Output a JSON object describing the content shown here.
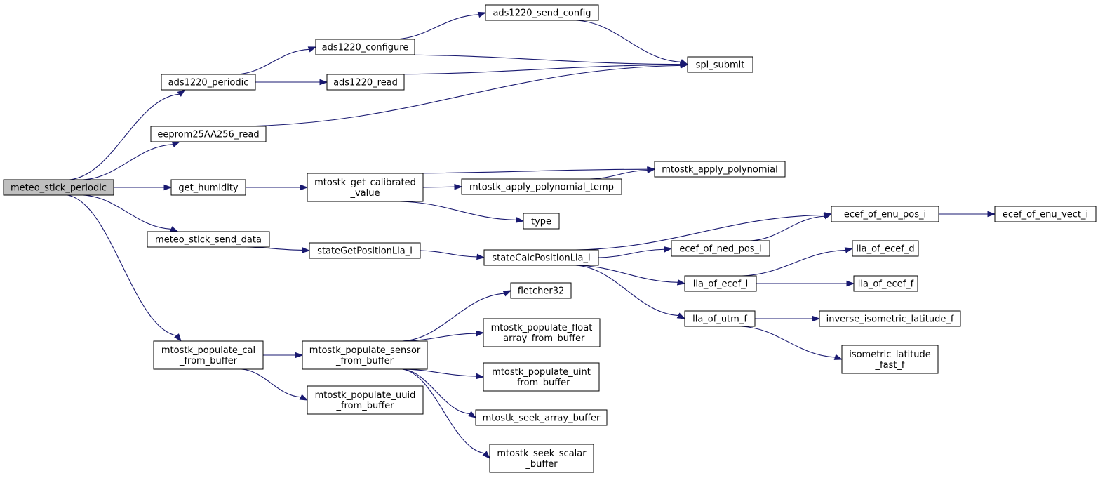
{
  "diagram": {
    "nodes": [
      {
        "id": "meteo_stick_periodic",
        "lines": [
          "meteo_stick_periodic"
        ],
        "root": true
      },
      {
        "id": "ads1220_periodic",
        "lines": [
          "ads1220_periodic"
        ]
      },
      {
        "id": "ads1220_configure",
        "lines": [
          "ads1220_configure"
        ]
      },
      {
        "id": "ads1220_send_config",
        "lines": [
          "ads1220_send_config"
        ]
      },
      {
        "id": "spi_submit",
        "lines": [
          "spi_submit"
        ]
      },
      {
        "id": "ads1220_read",
        "lines": [
          "ads1220_read"
        ]
      },
      {
        "id": "eeprom25AA256_read",
        "lines": [
          "eeprom25AA256_read"
        ]
      },
      {
        "id": "get_humidity",
        "lines": [
          "get_humidity"
        ]
      },
      {
        "id": "mtostk_get_calibrated_value",
        "lines": [
          "mtostk_get_calibrated",
          "_value"
        ]
      },
      {
        "id": "mtostk_apply_polynomial",
        "lines": [
          "mtostk_apply_polynomial"
        ]
      },
      {
        "id": "mtostk_apply_polynomial_temp",
        "lines": [
          "mtostk_apply_polynomial_temp"
        ]
      },
      {
        "id": "type",
        "lines": [
          "type"
        ]
      },
      {
        "id": "meteo_stick_send_data",
        "lines": [
          "meteo_stick_send_data"
        ]
      },
      {
        "id": "stateGetPositionLla_i",
        "lines": [
          "stateGetPositionLla_i"
        ]
      },
      {
        "id": "stateCalcPositionLla_i",
        "lines": [
          "stateCalcPositionLla_i"
        ]
      },
      {
        "id": "ecef_of_enu_pos_i",
        "lines": [
          "ecef_of_enu_pos_i"
        ]
      },
      {
        "id": "ecef_of_enu_vect_i",
        "lines": [
          "ecef_of_enu_vect_i"
        ]
      },
      {
        "id": "ecef_of_ned_pos_i",
        "lines": [
          "ecef_of_ned_pos_i"
        ]
      },
      {
        "id": "lla_of_ecef_d",
        "lines": [
          "lla_of_ecef_d"
        ]
      },
      {
        "id": "lla_of_ecef_i",
        "lines": [
          "lla_of_ecef_i"
        ]
      },
      {
        "id": "lla_of_ecef_f",
        "lines": [
          "lla_of_ecef_f"
        ]
      },
      {
        "id": "lla_of_utm_f",
        "lines": [
          "lla_of_utm_f"
        ]
      },
      {
        "id": "inverse_isometric_latitude_f",
        "lines": [
          "inverse_isometric_latitude_f"
        ]
      },
      {
        "id": "isometric_latitude_fast_f",
        "lines": [
          "isometric_latitude",
          "_fast_f"
        ]
      },
      {
        "id": "mtostk_populate_cal_from_buffer",
        "lines": [
          "mtostk_populate_cal",
          "_from_buffer"
        ]
      },
      {
        "id": "mtostk_populate_sensor_from_buffer",
        "lines": [
          "mtostk_populate_sensor",
          "_from_buffer"
        ]
      },
      {
        "id": "mtostk_populate_uuid_from_buffer",
        "lines": [
          "mtostk_populate_uuid",
          "_from_buffer"
        ]
      },
      {
        "id": "fletcher32",
        "lines": [
          "fletcher32"
        ]
      },
      {
        "id": "mtostk_populate_float_array_from_buffer",
        "lines": [
          "mtostk_populate_float",
          "_array_from_buffer"
        ]
      },
      {
        "id": "mtostk_populate_uint_from_buffer",
        "lines": [
          "mtostk_populate_uint",
          "_from_buffer"
        ]
      },
      {
        "id": "mtostk_seek_array_buffer",
        "lines": [
          "mtostk_seek_array_buffer"
        ]
      },
      {
        "id": "mtostk_seek_scalar_buffer",
        "lines": [
          "mtostk_seek_scalar",
          "_buffer"
        ]
      }
    ],
    "edges": [
      {
        "from": "meteo_stick_periodic",
        "to": "ads1220_periodic"
      },
      {
        "from": "meteo_stick_periodic",
        "to": "eeprom25AA256_read"
      },
      {
        "from": "meteo_stick_periodic",
        "to": "get_humidity"
      },
      {
        "from": "meteo_stick_periodic",
        "to": "meteo_stick_send_data"
      },
      {
        "from": "meteo_stick_periodic",
        "to": "mtostk_populate_cal_from_buffer"
      },
      {
        "from": "ads1220_periodic",
        "to": "ads1220_configure"
      },
      {
        "from": "ads1220_periodic",
        "to": "ads1220_read"
      },
      {
        "from": "ads1220_configure",
        "to": "ads1220_send_config"
      },
      {
        "from": "ads1220_configure",
        "to": "spi_submit"
      },
      {
        "from": "ads1220_send_config",
        "to": "spi_submit"
      },
      {
        "from": "ads1220_read",
        "to": "spi_submit"
      },
      {
        "from": "eeprom25AA256_read",
        "to": "spi_submit"
      },
      {
        "from": "get_humidity",
        "to": "mtostk_get_calibrated_value"
      },
      {
        "from": "mtostk_get_calibrated_value",
        "to": "mtostk_apply_polynomial"
      },
      {
        "from": "mtostk_get_calibrated_value",
        "to": "mtostk_apply_polynomial_temp"
      },
      {
        "from": "mtostk_get_calibrated_value",
        "to": "type"
      },
      {
        "from": "mtostk_apply_polynomial_temp",
        "to": "mtostk_apply_polynomial"
      },
      {
        "from": "meteo_stick_send_data",
        "to": "stateGetPositionLla_i"
      },
      {
        "from": "stateGetPositionLla_i",
        "to": "stateCalcPositionLla_i"
      },
      {
        "from": "stateCalcPositionLla_i",
        "to": "ecef_of_enu_pos_i"
      },
      {
        "from": "stateCalcPositionLla_i",
        "to": "ecef_of_ned_pos_i"
      },
      {
        "from": "stateCalcPositionLla_i",
        "to": "lla_of_ecef_i"
      },
      {
        "from": "stateCalcPositionLla_i",
        "to": "lla_of_utm_f"
      },
      {
        "from": "ecef_of_enu_pos_i",
        "to": "ecef_of_enu_vect_i"
      },
      {
        "from": "ecef_of_ned_pos_i",
        "to": "ecef_of_enu_pos_i"
      },
      {
        "from": "lla_of_ecef_i",
        "to": "lla_of_ecef_d"
      },
      {
        "from": "lla_of_ecef_i",
        "to": "lla_of_ecef_f"
      },
      {
        "from": "lla_of_utm_f",
        "to": "inverse_isometric_latitude_f"
      },
      {
        "from": "lla_of_utm_f",
        "to": "isometric_latitude_fast_f"
      },
      {
        "from": "mtostk_populate_cal_from_buffer",
        "to": "mtostk_populate_sensor_from_buffer"
      },
      {
        "from": "mtostk_populate_cal_from_buffer",
        "to": "mtostk_populate_uuid_from_buffer"
      },
      {
        "from": "mtostk_populate_sensor_from_buffer",
        "to": "fletcher32"
      },
      {
        "from": "mtostk_populate_sensor_from_buffer",
        "to": "mtostk_populate_float_array_from_buffer"
      },
      {
        "from": "mtostk_populate_sensor_from_buffer",
        "to": "mtostk_populate_uint_from_buffer"
      },
      {
        "from": "mtostk_populate_sensor_from_buffer",
        "to": "mtostk_seek_array_buffer"
      },
      {
        "from": "mtostk_populate_sensor_from_buffer",
        "to": "mtostk_seek_scalar_buffer"
      }
    ]
  }
}
